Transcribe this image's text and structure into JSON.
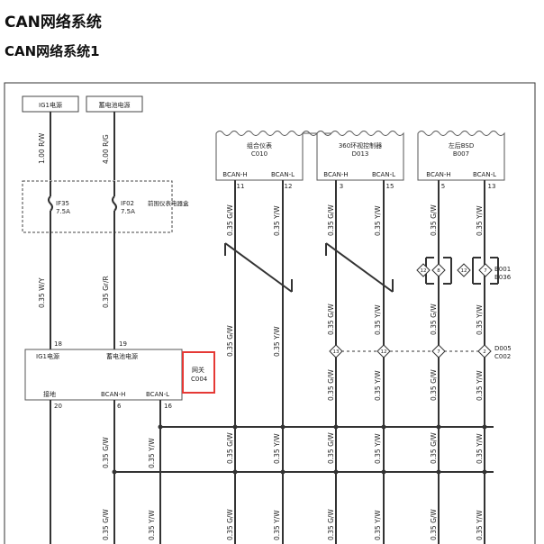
{
  "page": {
    "title": "CAN网络系统",
    "subtitle": "CAN网络系统1"
  },
  "diagram": {
    "power_boxes": [
      {
        "id": "ig1",
        "label": "IG1电源"
      },
      {
        "id": "battery",
        "label": "蓄电池电源"
      }
    ],
    "top_wires": {
      "ig1": "1.00 R/W",
      "battery": "4.00 R/G"
    },
    "fuses": [
      {
        "id": "if35",
        "name": "IF35",
        "rating": "7.5A"
      },
      {
        "id": "if02",
        "name": "IF02",
        "rating": "7.5A"
      }
    ],
    "fuse_box_label": "前围仪表电器盒",
    "mid_wires": {
      "ig1": "0.35 W/Y",
      "battery": "0.35 Gr/R"
    },
    "modules": [
      {
        "id": "c010",
        "name": "组合仪表",
        "code": "C010",
        "pins": [
          "11",
          "12"
        ]
      },
      {
        "id": "d013",
        "name": "360环视控制器",
        "code": "D013",
        "pins": [
          "3",
          "15"
        ]
      },
      {
        "id": "b007",
        "name": "左后BSD",
        "code": "B007",
        "pins": [
          "5",
          "13"
        ]
      }
    ],
    "can_h": "BCAN-H",
    "can_l": "BCAN-L",
    "wire_gw": "0.35 G/W",
    "wire_yw": "0.35 Y/W",
    "connectors_b": {
      "b001": "B001",
      "b036": "B036",
      "pins": [
        "12",
        "8",
        "12",
        "7"
      ]
    },
    "connectors_d": {
      "d005": "D005",
      "c002": "C002",
      "pins": [
        "13",
        "12",
        "7",
        "2"
      ]
    },
    "gateway": {
      "ig1_label": "IG1电源",
      "battery_label": "蓄电池电源",
      "ground_label": "接地",
      "bcan_h": "BCAN-H",
      "bcan_l": "BCAN-L",
      "pins_top": [
        "18",
        "19"
      ],
      "pins_bottom": [
        "20",
        "6",
        "16"
      ],
      "name": "网关",
      "code": "C004"
    },
    "highlight_color": "#e53935"
  }
}
